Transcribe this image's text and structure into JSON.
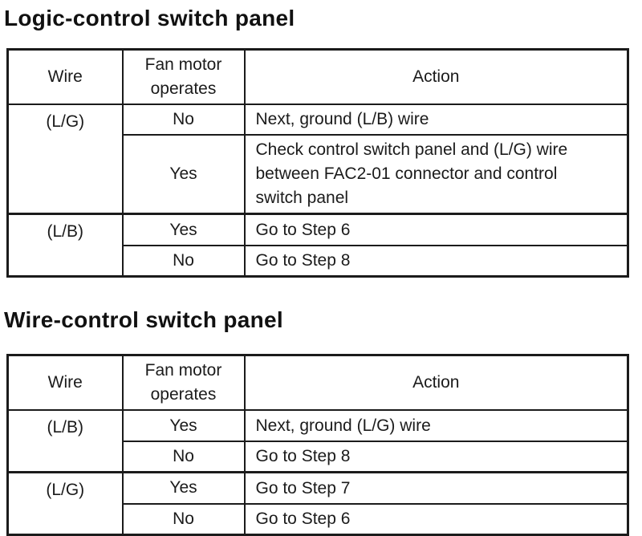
{
  "colors": {
    "ink": "#1b1b1b",
    "paper": "#ffffff"
  },
  "sections": [
    {
      "heading": "Logic-control switch panel",
      "table": {
        "headers": [
          "Wire",
          "Fan motor operates",
          "Action"
        ],
        "groups": [
          {
            "wire": "(L/G)",
            "rows": [
              {
                "operates": "No",
                "action": "Next, ground (L/B) wire"
              },
              {
                "operates": "Yes",
                "action": "Check control switch panel and (L/G) wire between FAC2-01 connector and control switch panel"
              }
            ]
          },
          {
            "wire": "(L/B)",
            "rows": [
              {
                "operates": "Yes",
                "action": "Go to Step 6"
              },
              {
                "operates": "No",
                "action": "Go to Step 8"
              }
            ]
          }
        ]
      }
    },
    {
      "heading": "Wire-control switch panel",
      "table": {
        "headers": [
          "Wire",
          "Fan motor operates",
          "Action"
        ],
        "groups": [
          {
            "wire": "(L/B)",
            "rows": [
              {
                "operates": "Yes",
                "action": "Next, ground (L/G) wire"
              },
              {
                "operates": "No",
                "action": "Go to Step 8"
              }
            ]
          },
          {
            "wire": "(L/G)",
            "rows": [
              {
                "operates": "Yes",
                "action": "Go to Step 7"
              },
              {
                "operates": "No",
                "action": "Go to Step 6"
              }
            ]
          }
        ]
      }
    }
  ]
}
